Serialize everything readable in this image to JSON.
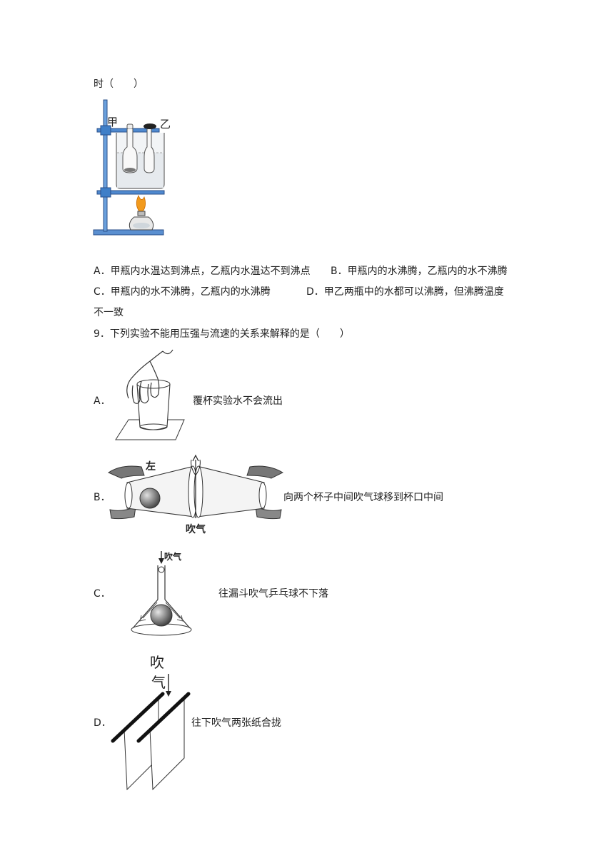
{
  "q8": {
    "stem_tail": "时（　　）",
    "figure_labels": {
      "jia": "甲",
      "yi": "乙"
    },
    "options": {
      "A": "A．甲瓶内水温达到沸点，乙瓶内水温达不到沸点",
      "B": "B．甲瓶内的水沸腾，乙瓶内的水不沸腾",
      "C": "C．甲瓶内的水不沸腾，乙瓶内的水沸腾",
      "D_line1": "D．甲乙两瓶中的水都可以沸腾，但沸腾温度",
      "D_line2": "不一致"
    }
  },
  "q9": {
    "stem": "9．下列实验不能用压强与流速的关系来解释的是（　　）",
    "options": [
      {
        "letter": "A．",
        "text": "覆杯实验水不会流出"
      },
      {
        "letter": "B．",
        "text": "向两个杯子中间吹气球移到杯口中间",
        "figure_labels": {
          "left": "左",
          "blow": "吹气"
        }
      },
      {
        "letter": "C．",
        "text": "往漏斗吹气乒乓球不下落",
        "figure_labels": {
          "blow": "吹气"
        }
      },
      {
        "letter": "D．",
        "text": "往下吹气两张纸合拢",
        "figure_labels": {
          "blow_1": "吹",
          "blow_2": "气"
        }
      }
    ]
  }
}
